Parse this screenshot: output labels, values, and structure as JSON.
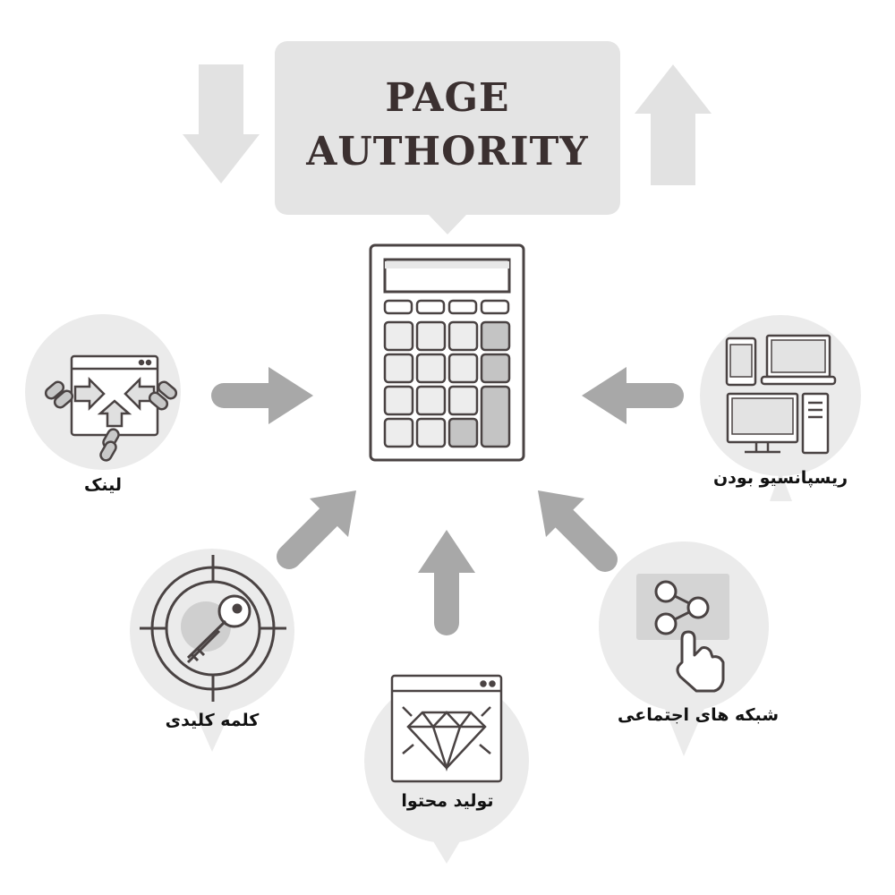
{
  "title": {
    "line1": "PAGE",
    "line2": "AUTHORITY"
  },
  "factors": {
    "link": "لینک",
    "responsive": "ریسپانسیو بودن",
    "keyword": "کلمه کلیدی",
    "content": "تولید محتوا",
    "social": "شبکه های اجتماعی"
  },
  "colors": {
    "panel": "#e4e4e4",
    "circle": "#ebebeb",
    "arrow": "#a8a8a8",
    "outline": "#4a4343",
    "title_text": "#3b3030"
  },
  "icons": {
    "center": "calculator-icon",
    "link": "link-chain-icon",
    "responsive": "devices-icon",
    "keyword": "key-target-icon",
    "content": "diamond-window-icon",
    "social": "share-hand-icon"
  }
}
